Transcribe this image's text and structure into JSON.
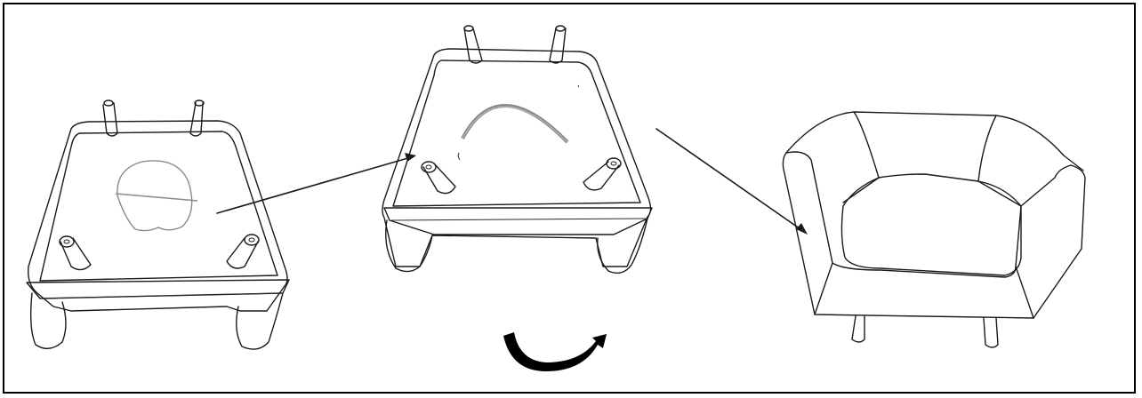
{
  "figure": {
    "steps": [
      {
        "id": "step-1",
        "description_icon": "chair-underside-with-round-label-icon"
      },
      {
        "id": "step-2",
        "description_icon": "chair-underside-with-arc-stitching-icon"
      },
      {
        "id": "step-3",
        "description_icon": "assembled-armchair-icon"
      }
    ],
    "rotation_hint_icon": "flip-over-arrow-icon",
    "colors": {
      "line": "#1a1a1a",
      "border": "#000000",
      "background": "#ffffff",
      "detail": "#8a8a8a"
    }
  }
}
